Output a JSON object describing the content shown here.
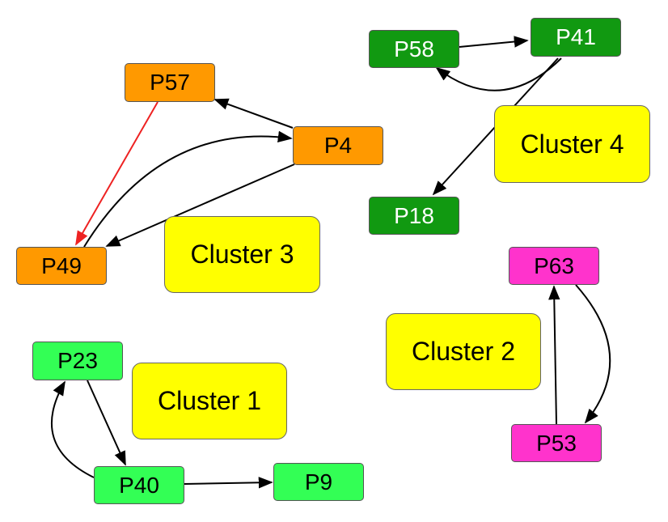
{
  "colors": {
    "cluster1_node": "#33ff55",
    "cluster2_node": "#ff33cc",
    "cluster3_node": "#ff9900",
    "cluster4_node": "#119911",
    "cluster_label_bg": "#ffff00",
    "edge": "#000000",
    "edge_highlight": "#ee2222"
  },
  "clusters": [
    {
      "id": "c1",
      "label": "Cluster 1"
    },
    {
      "id": "c2",
      "label": "Cluster 2"
    },
    {
      "id": "c3",
      "label": "Cluster 3"
    },
    {
      "id": "c4",
      "label": "Cluster 4"
    }
  ],
  "nodes": [
    {
      "id": "P23",
      "label": "P23",
      "cluster": "c1"
    },
    {
      "id": "P40",
      "label": "P40",
      "cluster": "c1"
    },
    {
      "id": "P9",
      "label": "P9",
      "cluster": "c1"
    },
    {
      "id": "P63",
      "label": "P63",
      "cluster": "c2"
    },
    {
      "id": "P53",
      "label": "P53",
      "cluster": "c2"
    },
    {
      "id": "P57",
      "label": "P57",
      "cluster": "c3"
    },
    {
      "id": "P4",
      "label": "P4",
      "cluster": "c3"
    },
    {
      "id": "P49",
      "label": "P49",
      "cluster": "c3"
    },
    {
      "id": "P58",
      "label": "P58",
      "cluster": "c4"
    },
    {
      "id": "P41",
      "label": "P41",
      "cluster": "c4"
    },
    {
      "id": "P18",
      "label": "P18",
      "cluster": "c4"
    }
  ],
  "edges": [
    {
      "from": "P58",
      "to": "P41",
      "color": "edge"
    },
    {
      "from": "P41",
      "to": "P58",
      "color": "edge"
    },
    {
      "from": "P41",
      "to": "P18",
      "color": "edge"
    },
    {
      "from": "P4",
      "to": "P57",
      "color": "edge"
    },
    {
      "from": "P49",
      "to": "P4",
      "color": "edge"
    },
    {
      "from": "P4",
      "to": "P49",
      "color": "edge"
    },
    {
      "from": "P57",
      "to": "P49",
      "color": "edge_highlight"
    },
    {
      "from": "P53",
      "to": "P63",
      "color": "edge"
    },
    {
      "from": "P63",
      "to": "P53",
      "color": "edge"
    },
    {
      "from": "P23",
      "to": "P40",
      "color": "edge"
    },
    {
      "from": "P40",
      "to": "P23",
      "color": "edge"
    },
    {
      "from": "P40",
      "to": "P9",
      "color": "edge"
    }
  ]
}
